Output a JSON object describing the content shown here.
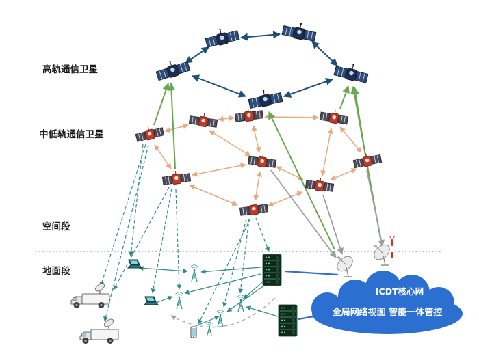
{
  "labels": {
    "high_orbit": "高轨通信卫星",
    "mid_low_orbit": "中低轨通信卫星",
    "space_segment": "空间段",
    "ground_segment": "地面段"
  },
  "cloud": {
    "name": "ICDT核心网",
    "caption": "全局网络视图  智能一体管控",
    "fill": "#2b6fd0"
  },
  "legend_colors": {
    "high_orbit_link": "#1f4e79",
    "mid_low_orbit_link": "#e8a97e",
    "inter_layer_link": "#6aa84f",
    "ground_access_link": "#2e8b8b",
    "feeder_link": "#9e9e9e",
    "core_link": "#2b6fd0"
  },
  "nodes": {
    "high_orbit_satellites": 5,
    "mid_low_orbit_satellites": 9,
    "sng_trucks": 2,
    "laptops": 2,
    "base_station_antennas": 5,
    "handsets": 1,
    "server_racks": 2,
    "ground_station_dishes": 2,
    "striped_masts": 1
  }
}
